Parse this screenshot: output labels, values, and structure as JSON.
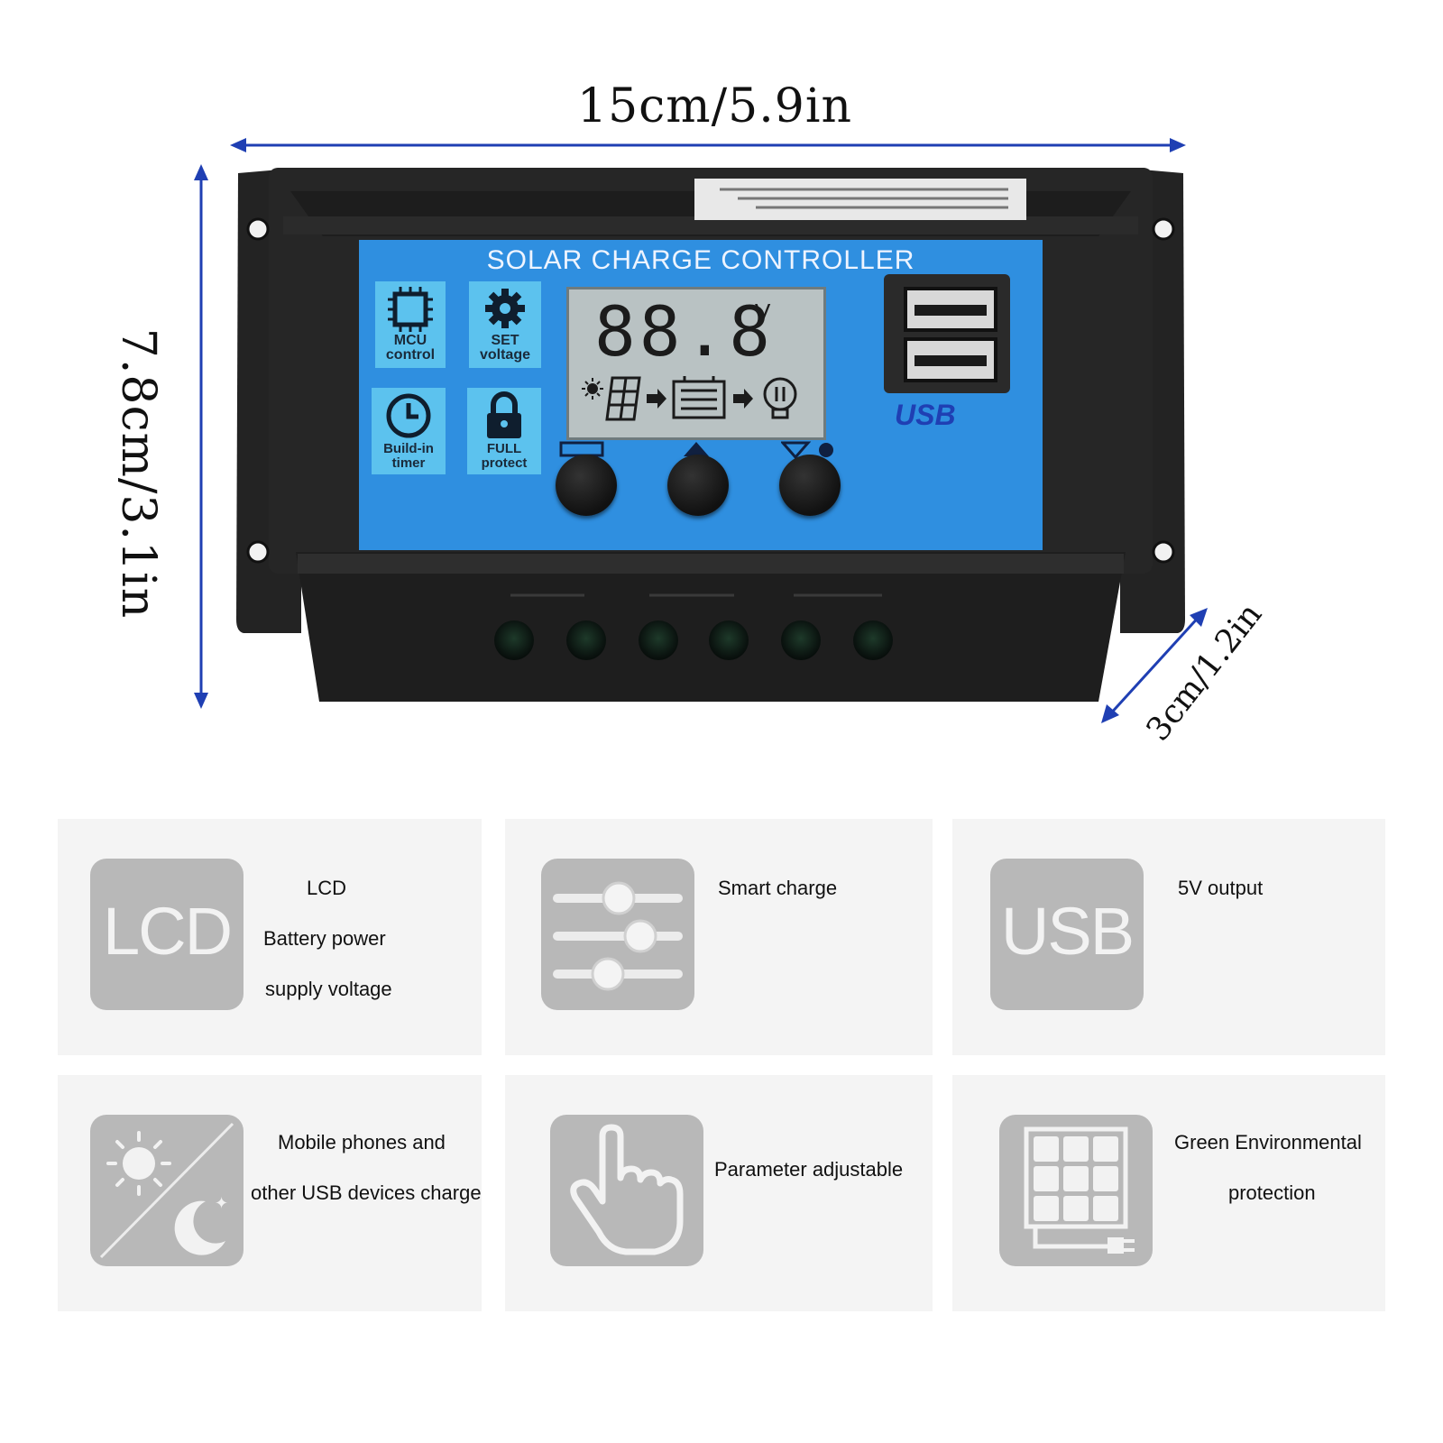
{
  "dimensions": {
    "width": "15cm/5.9in",
    "height": "7.8cm/3.1in",
    "depth": "3cm/1.2in"
  },
  "device": {
    "title": "SOLAR CHARGE CONTROLLER",
    "tags": [
      {
        "line1": "MCU",
        "line2": "control",
        "icon": "chip-icon"
      },
      {
        "line1": "SET",
        "line2": "voltage",
        "icon": "gear-icon"
      },
      {
        "line1": "Build-in",
        "line2": "timer",
        "icon": "clock-icon"
      },
      {
        "line1": "FULL",
        "line2": "protect",
        "icon": "lock-icon"
      }
    ],
    "lcd_reading": "88.8",
    "lcd_unit": "V",
    "usb_label": "USB"
  },
  "features": [
    {
      "icon_text": "LCD",
      "lines": [
        "LCD",
        "Battery power",
        "supply voltage"
      ]
    },
    {
      "icon_text": "",
      "lines": [
        "Smart charge"
      ]
    },
    {
      "icon_text": "USB",
      "lines": [
        "5V output"
      ]
    },
    {
      "icon_text": "",
      "lines": [
        "Mobile phones and",
        "other USB devices charge"
      ]
    },
    {
      "icon_text": "",
      "lines": [
        "Parameter adjustable"
      ]
    },
    {
      "icon_text": "",
      "lines": [
        "Green Environmental",
        "protection"
      ]
    }
  ],
  "colors": {
    "panel_blue": "#2f8fe0",
    "tag_blue": "#5cc2ee",
    "dim_arrow": "#1f3fb3",
    "lcd_bg": "#b9c2c3"
  }
}
